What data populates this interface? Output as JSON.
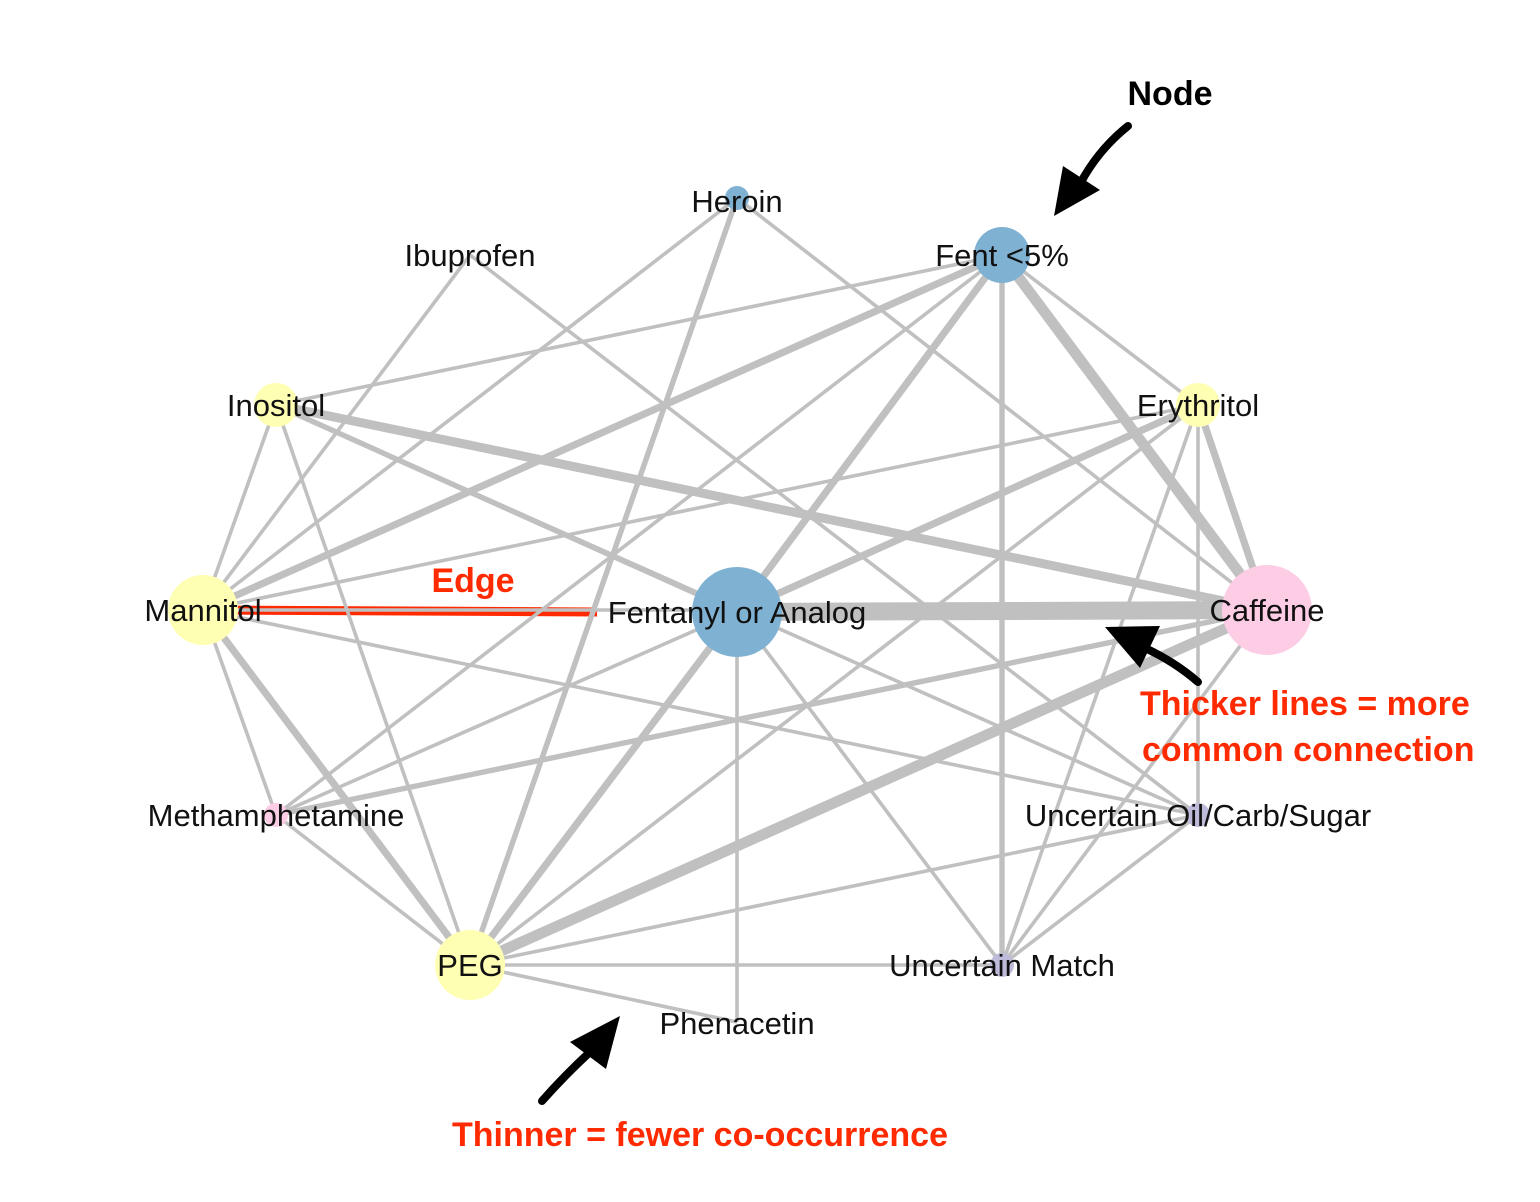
{
  "nodes": [
    {
      "id": "heroin",
      "label": "Heroin",
      "color": "#7fb1d3",
      "size": "tiny"
    },
    {
      "id": "ibuprofen",
      "label": "Ibuprofen",
      "color": "#ffffff",
      "size": "none"
    },
    {
      "id": "fent5",
      "label": "Fent <5%",
      "color": "#7fb1d3",
      "size": "medium"
    },
    {
      "id": "inositol",
      "label": "Inositol",
      "color": "#ffffb3",
      "size": "small"
    },
    {
      "id": "erythritol",
      "label": "Erythritol",
      "color": "#ffffb3",
      "size": "small"
    },
    {
      "id": "mannitol",
      "label": "Mannitol",
      "color": "#ffffb3",
      "size": "large"
    },
    {
      "id": "fentanyl",
      "label": "Fentanyl or Analog",
      "color": "#7fb1d3",
      "size": "xlarge"
    },
    {
      "id": "caffeine",
      "label": "Caffeine",
      "color": "#fccde5",
      "size": "xlarge"
    },
    {
      "id": "meth",
      "label": "Methamphetamine",
      "color": "#fccde5",
      "size": "tiny"
    },
    {
      "id": "uocs",
      "label": "Uncertain Oil/Carb/Sugar",
      "color": "#bebada",
      "size": "tiny"
    },
    {
      "id": "peg",
      "label": "PEG",
      "color": "#ffffb3",
      "size": "large"
    },
    {
      "id": "umatch",
      "label": "Uncertain Match",
      "color": "#bebada",
      "size": "tiny"
    },
    {
      "id": "phenacetin",
      "label": "Phenacetin",
      "color": "#ffffff",
      "size": "none"
    }
  ],
  "edges": [
    {
      "from": "mannitol",
      "to": "fentanyl",
      "weight": 5,
      "highlight": true
    },
    {
      "from": "fentanyl",
      "to": "caffeine",
      "weight": 10
    },
    {
      "from": "fent5",
      "to": "caffeine",
      "weight": 6
    },
    {
      "from": "peg",
      "to": "caffeine",
      "weight": 6
    },
    {
      "from": "inositol",
      "to": "caffeine",
      "weight": 5
    },
    {
      "from": "mannitol",
      "to": "fent5",
      "weight": 4
    },
    {
      "from": "mannitol",
      "to": "peg",
      "weight": 4
    },
    {
      "from": "peg",
      "to": "fentanyl",
      "weight": 4
    },
    {
      "from": "fentanyl",
      "to": "erythritol",
      "weight": 4
    },
    {
      "from": "fentanyl",
      "to": "fent5",
      "weight": 4
    },
    {
      "from": "erythritol",
      "to": "caffeine",
      "weight": 4
    },
    {
      "from": "heroin",
      "to": "peg",
      "weight": 3
    },
    {
      "from": "inositol",
      "to": "fentanyl",
      "weight": 3
    },
    {
      "from": "meth",
      "to": "caffeine",
      "weight": 3
    },
    {
      "from": "fent5",
      "to": "umatch",
      "weight": 3
    },
    {
      "from": "inositol",
      "to": "fent5",
      "weight": 2
    },
    {
      "from": "heroin",
      "to": "mannitol",
      "weight": 2
    },
    {
      "from": "heroin",
      "to": "caffeine",
      "weight": 2
    },
    {
      "from": "ibuprofen",
      "to": "mannitol",
      "weight": 2
    },
    {
      "from": "ibuprofen",
      "to": "uocs",
      "weight": 2
    },
    {
      "from": "fent5",
      "to": "erythritol",
      "weight": 2
    },
    {
      "from": "inositol",
      "to": "mannitol",
      "weight": 2
    },
    {
      "from": "inositol",
      "to": "peg",
      "weight": 2
    },
    {
      "from": "inositol",
      "to": "uocs",
      "weight": 2
    },
    {
      "from": "mannitol",
      "to": "erythritol",
      "weight": 2
    },
    {
      "from": "mannitol",
      "to": "uocs",
      "weight": 2
    },
    {
      "from": "mannitol",
      "to": "meth",
      "weight": 2
    },
    {
      "from": "mannitol",
      "to": "caffeine",
      "weight": 2
    },
    {
      "from": "erythritol",
      "to": "peg",
      "weight": 2
    },
    {
      "from": "erythritol",
      "to": "umatch",
      "weight": 2
    },
    {
      "from": "erythritol",
      "to": "uocs",
      "weight": 2
    },
    {
      "from": "fentanyl",
      "to": "meth",
      "weight": 2
    },
    {
      "from": "fentanyl",
      "to": "phenacetin",
      "weight": 2
    },
    {
      "from": "fentanyl",
      "to": "umatch",
      "weight": 2
    },
    {
      "from": "caffeine",
      "to": "peg",
      "weight": 2
    },
    {
      "from": "caffeine",
      "to": "umatch",
      "weight": 2
    },
    {
      "from": "meth",
      "to": "peg",
      "weight": 2
    },
    {
      "from": "meth",
      "to": "fent5",
      "weight": 2
    },
    {
      "from": "peg",
      "to": "umatch",
      "weight": 2
    },
    {
      "from": "peg",
      "to": "phenacetin",
      "weight": 2
    },
    {
      "from": "peg",
      "to": "uocs",
      "weight": 2
    },
    {
      "from": "uocs",
      "to": "umatch",
      "weight": 2
    }
  ],
  "annotations": {
    "node": "Node",
    "edge": "Edge",
    "thicker_line1": "Thicker lines = more",
    "thicker_line2": "common connection",
    "thinner": "Thinner = fewer co-occurrence"
  },
  "colors": {
    "edge": "#c0c0c0",
    "highlight_edge": "#ff2a00",
    "annotation_red": "#ff2a00",
    "arrow": "#000000"
  }
}
